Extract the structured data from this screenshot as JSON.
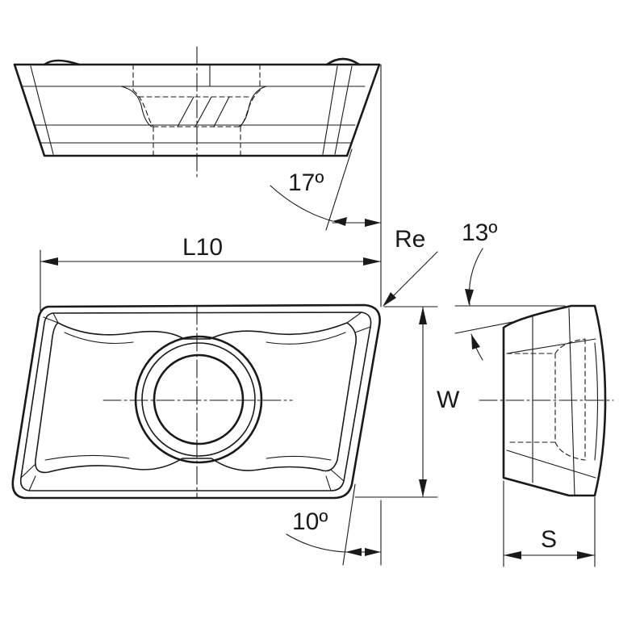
{
  "labels": {
    "top_angle": "17º",
    "length": "L10",
    "radius": "Re",
    "clearance_angle": "13º",
    "width": "W",
    "bottom_angle": "10º",
    "thickness": "S"
  },
  "colors": {
    "line": "#1a1a1a",
    "background": "#ffffff"
  }
}
